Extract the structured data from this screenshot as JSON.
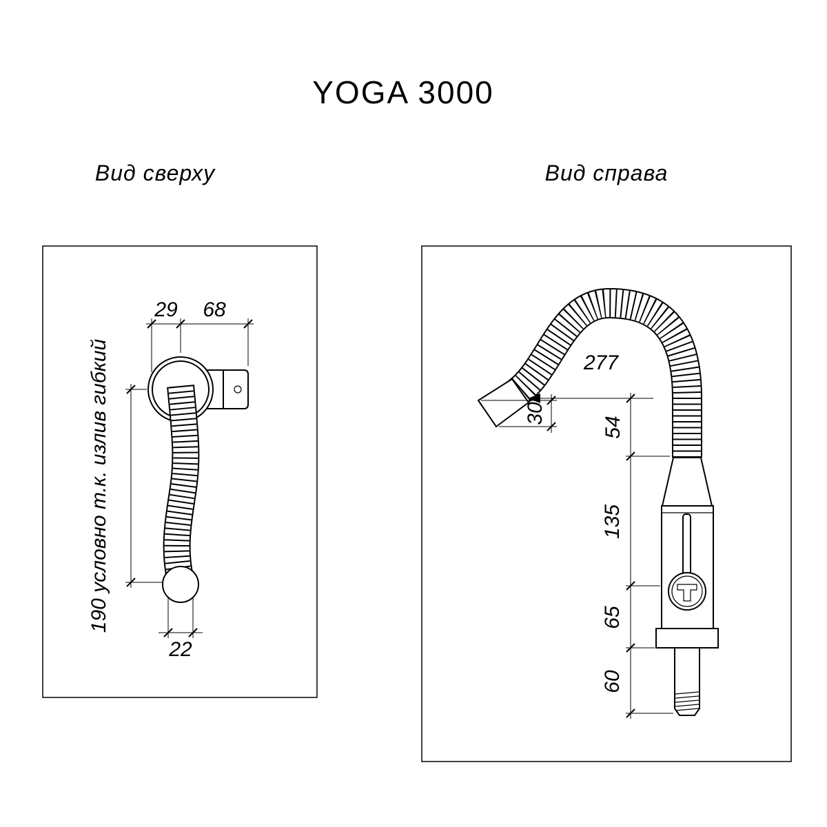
{
  "title": "YOGA 3000",
  "top_view": {
    "label": "Вид сверху",
    "dim_29": "29",
    "dim_68": "68",
    "dim_190": "190 условно т.к. излив гибкий",
    "dim_22": "22"
  },
  "right_view": {
    "label": "Вид справа",
    "dim_277": "277",
    "dim_30": "30",
    "dim_54": "54",
    "dim_135": "135",
    "dim_65": "65",
    "dim_60": "60"
  }
}
